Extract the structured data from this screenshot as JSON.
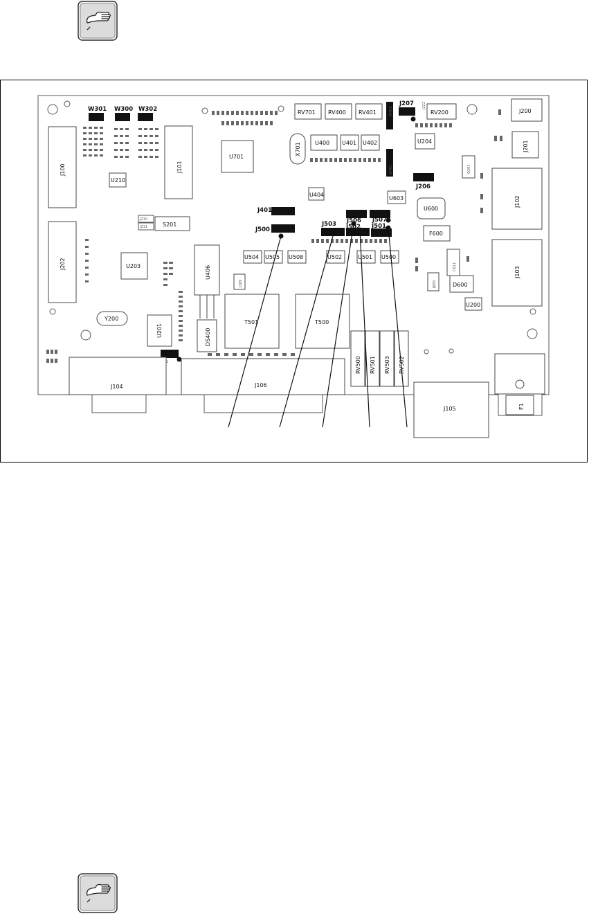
{
  "icons": {
    "top": "pointing-hand-note-icon",
    "bottom": "pointing-hand-note-icon"
  },
  "figure": {
    "components": [
      {
        "id": "w301",
        "label": "W301"
      },
      {
        "id": "w300",
        "label": "W300"
      },
      {
        "id": "w302",
        "label": "W302"
      },
      {
        "id": "j100",
        "label": "J100"
      },
      {
        "id": "j101",
        "label": "J101"
      },
      {
        "id": "u210",
        "label": "U210"
      },
      {
        "id": "j210",
        "label": "J210"
      },
      {
        "id": "j211",
        "label": "J211"
      },
      {
        "id": "s201",
        "label": "S201"
      },
      {
        "id": "j202",
        "label": "J202"
      },
      {
        "id": "u203",
        "label": "U203"
      },
      {
        "id": "y200",
        "label": "Y200"
      },
      {
        "id": "u201",
        "label": "U201"
      },
      {
        "id": "j221",
        "label": "J221"
      },
      {
        "id": "j104",
        "label": "J104"
      },
      {
        "id": "u701",
        "label": "U701"
      },
      {
        "id": "x701",
        "label": "X701"
      },
      {
        "id": "rv701",
        "label": "RV701"
      },
      {
        "id": "rv400",
        "label": "RV400"
      },
      {
        "id": "rv401",
        "label": "RV401"
      },
      {
        "id": "w401",
        "label": "W401"
      },
      {
        "id": "j207",
        "label": "J207"
      },
      {
        "id": "j222",
        "label": "J222"
      },
      {
        "id": "rv200",
        "label": "RV200"
      },
      {
        "id": "j200",
        "label": "J200"
      },
      {
        "id": "u400",
        "label": "U400"
      },
      {
        "id": "u401",
        "label": "U401"
      },
      {
        "id": "u402",
        "label": "U402"
      },
      {
        "id": "u204",
        "label": "U204"
      },
      {
        "id": "q201",
        "label": "Q201"
      },
      {
        "id": "j201",
        "label": "J201"
      },
      {
        "id": "w402",
        "label": "W402"
      },
      {
        "id": "j206",
        "label": "J206"
      },
      {
        "id": "u404",
        "label": "U404"
      },
      {
        "id": "u603",
        "label": "U603"
      },
      {
        "id": "u600",
        "label": "U600"
      },
      {
        "id": "j102",
        "label": "J102"
      },
      {
        "id": "j401",
        "label": "J401"
      },
      {
        "id": "j500",
        "label": "J500"
      },
      {
        "id": "j503",
        "label": "J503"
      },
      {
        "id": "j502",
        "label": "J502"
      },
      {
        "id": "j506",
        "label": "J506"
      },
      {
        "id": "j507",
        "label": "J507"
      },
      {
        "id": "j501",
        "label": "J501"
      },
      {
        "id": "f600",
        "label": "F600"
      },
      {
        "id": "u504",
        "label": "U504"
      },
      {
        "id": "u505",
        "label": "U505"
      },
      {
        "id": "u508",
        "label": "U508"
      },
      {
        "id": "u502",
        "label": "U502"
      },
      {
        "id": "u501",
        "label": "U501"
      },
      {
        "id": "u500",
        "label": "U500"
      },
      {
        "id": "c611",
        "label": "C611"
      },
      {
        "id": "j103",
        "label": "J103"
      },
      {
        "id": "u406",
        "label": "U406"
      },
      {
        "id": "j109",
        "label": "J109"
      },
      {
        "id": "j600",
        "label": "J600"
      },
      {
        "id": "d600",
        "label": "D600"
      },
      {
        "id": "u200",
        "label": "U200"
      },
      {
        "id": "t501",
        "label": "T501"
      },
      {
        "id": "t500",
        "label": "T500"
      },
      {
        "id": "ds400",
        "label": "DS400"
      },
      {
        "id": "rv500",
        "label": "RV500"
      },
      {
        "id": "rv501",
        "label": "RV501"
      },
      {
        "id": "rv503",
        "label": "RV503"
      },
      {
        "id": "rv502",
        "label": "RV502"
      },
      {
        "id": "j106",
        "label": "J106"
      },
      {
        "id": "j105",
        "label": "J105"
      },
      {
        "id": "f1",
        "label": "F1"
      }
    ]
  }
}
